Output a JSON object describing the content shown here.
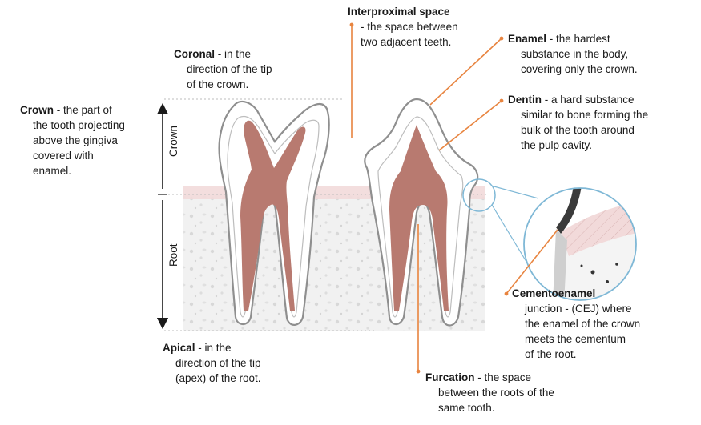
{
  "colors": {
    "pulp": "#b87a70",
    "enamel_fill": "#ffffff",
    "tooth_outline": "#8f8f8f",
    "gum_band": "#f2dada",
    "bone_area": "#f1f1f1",
    "leader_line": "#e8843f",
    "leader_dot": "#e8843f",
    "magnifier_ring": "#7fb8d6",
    "arrow": "#1a1a1a"
  },
  "axis": {
    "crown_label": "Crown",
    "root_label": "Root"
  },
  "labels": {
    "interproximal": {
      "term": "Interproximal space",
      "lines": [
        "- the space between",
        "two adjacent teeth."
      ]
    },
    "coronal": {
      "term": "Coronal",
      "first_rest": " - in the",
      "lines": [
        "direction of the tip",
        "of the crown."
      ]
    },
    "crown": {
      "term": "Crown",
      "first_rest": " - the part of",
      "lines": [
        "the tooth projecting",
        "above the gingiva",
        "covered with",
        "enamel."
      ]
    },
    "enamel": {
      "term": "Enamel",
      "first_rest": " - the hardest",
      "lines": [
        "substance in the body,",
        "covering only the crown."
      ]
    },
    "dentin": {
      "term": "Dentin",
      "first_rest": " - a hard substance",
      "lines": [
        "similar to bone forming the",
        "bulk of the tooth around",
        "the pulp cavity."
      ]
    },
    "cej": {
      "term": "Cementoenamel",
      "lines": [
        "junction - (CEJ) where",
        "the enamel of the crown",
        "meets the cementum",
        "of the root."
      ]
    },
    "apical": {
      "term": "Apical",
      "first_rest": " - in the",
      "lines": [
        "direction of the tip",
        "(apex) of the root."
      ]
    },
    "furcation": {
      "term": "Furcation",
      "first_rest": " - the space",
      "lines": [
        "between the roots of the",
        "same tooth."
      ]
    }
  }
}
